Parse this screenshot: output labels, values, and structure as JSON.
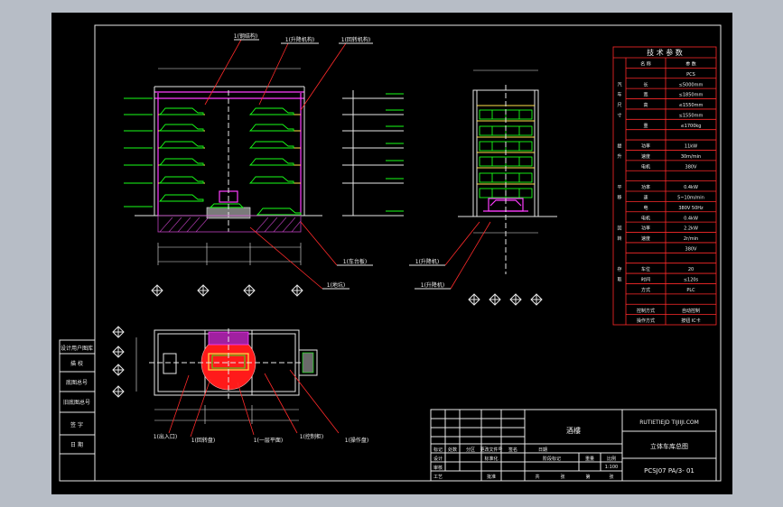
{
  "title_block": {
    "title_main": "酒樓",
    "drawing_name": "立体车库总图",
    "company": "RUTIETIEJD TIJIIJI.COM",
    "drawing_no": "PCSJ07 PA/3- 01",
    "labels": {
      "mark": "标记",
      "count": "处数",
      "zone": "分区",
      "change_no": "更改文件号",
      "signature": "签名",
      "date": "日期",
      "design": "设计",
      "review": "审核",
      "process": "工艺",
      "standard": "标准化",
      "approve": "批准",
      "stage_mark": "阶段标记",
      "weight": "重量",
      "scale": "比例",
      "sheet": "共",
      "sheet_of": "张",
      "page": "第",
      "page_of": "张",
      "scale_value": "1:100"
    }
  },
  "left_strip": {
    "items": [
      "设计用户图库",
      "描 校",
      "底图总号",
      "旧底图总号",
      "签 字",
      "日 期"
    ]
  },
  "spec_table": {
    "title": "技 术 参 数",
    "rows": [
      {
        "group": "",
        "key": "名 称",
        "value": "参 数"
      },
      {
        "group": "",
        "key": "",
        "value": "PCS"
      },
      {
        "group": "汽",
        "key": "长",
        "value": "≤5000mm"
      },
      {
        "group": "车",
        "key": "宽",
        "value": "≤1850mm"
      },
      {
        "group": "尺",
        "key": "高",
        "value": "≤1550mm"
      },
      {
        "group": "寸",
        "key": "",
        "value": "≤1550mm"
      },
      {
        "group": "",
        "key": "重",
        "value": "≤1700kg"
      },
      {
        "group": "",
        "key": "",
        "value": ""
      },
      {
        "group": "提",
        "key": "功率",
        "value": "11kW"
      },
      {
        "group": "升",
        "key": "速度",
        "value": "30m/min"
      },
      {
        "group": "",
        "key": "电机",
        "value": "380V"
      },
      {
        "group": "",
        "key": "",
        "value": ""
      },
      {
        "group": "平",
        "key": "功率",
        "value": "0.4kW"
      },
      {
        "group": "移",
        "key": "速",
        "value": "5~10m/min"
      },
      {
        "group": "",
        "key": "电",
        "value": "380V 50Hz"
      },
      {
        "group": "",
        "key": "电机",
        "value": "0.4kW"
      },
      {
        "group": "回",
        "key": "功率",
        "value": "2.2kW"
      },
      {
        "group": "转",
        "key": "速度",
        "value": "2r/min"
      },
      {
        "group": "",
        "key": "",
        "value": "380V"
      },
      {
        "group": "",
        "key": "",
        "value": ""
      },
      {
        "group": "存",
        "key": "车位",
        "value": "20"
      },
      {
        "group": "取",
        "key": "时间",
        "value": "≤120s"
      },
      {
        "group": "",
        "key": "方式",
        "value": "PLC"
      },
      {
        "group": "",
        "key": "",
        "value": ""
      },
      {
        "group": "",
        "key": "控制方式",
        "value": "自动控制"
      },
      {
        "group": "",
        "key": "操作方式",
        "value": "按钮 IC卡"
      }
    ]
  },
  "callouts": {
    "top_1": "1(钢结构)",
    "top_2": "1(升降机构)",
    "top_3": "1(回转机构)",
    "mid_1": "1(车台板)",
    "mid_2": "1(地坑)",
    "side_1": "1(升降机)",
    "side_2": "1(升降机)",
    "plan_1": "1(出入口)",
    "plan_2": "1(回转盘)",
    "plan_3": "1(一层平面)",
    "plan_4": "1(控制柜)",
    "plan_5": "1(操作盘)"
  },
  "colors": {
    "background": "#000000",
    "line": "#e8e8e8",
    "red": "#ff2a2a",
    "magenta": "#ff3cff",
    "green": "#18ff18",
    "cyan": "#2cf0f0",
    "yellow": "#ffe24a"
  }
}
